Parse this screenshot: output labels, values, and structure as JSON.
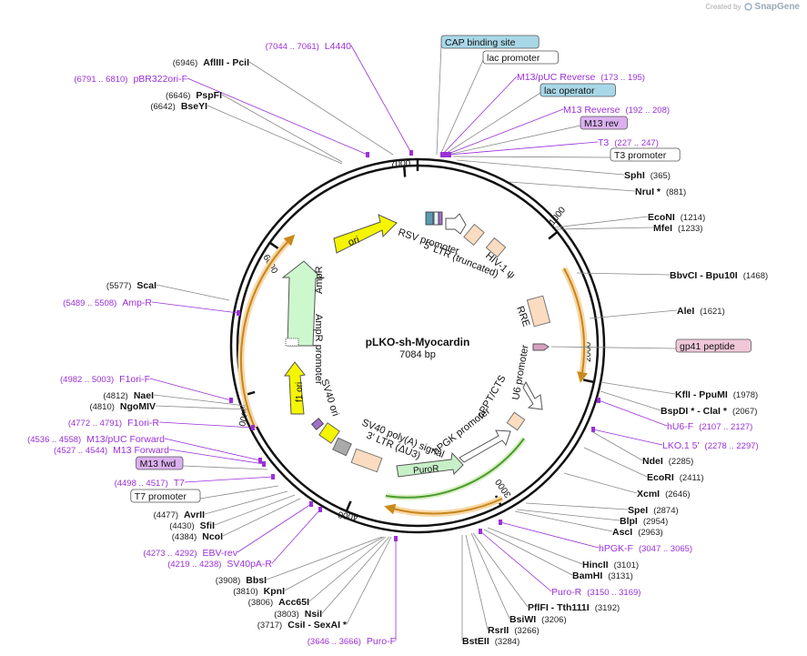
{
  "credit": {
    "prefix": "Created by",
    "brand": "SnapGene"
  },
  "plasmid": {
    "name": "pLKO-sh-Myocardin",
    "length": "7084 bp"
  },
  "scale_ticks": [
    "1000",
    "2000",
    "3000",
    "4000",
    "5000",
    "6000",
    "7000"
  ],
  "colors": {
    "backbone": "#111111",
    "site": "#222222",
    "primer": "#9b30d9",
    "feature_fill": "#d6ecf8",
    "arrow_orange": "#f3a93a",
    "arrow_green": "#6cb54a",
    "ori_yellow": "#f5f500",
    "ampr_green": "#cdf7cd",
    "promoter_white": "#ffffff",
    "ltr_peach": "#fbdcc0",
    "puro_green": "#c8f0c8",
    "gp41_pink": "#f0c8d8"
  },
  "features": [
    {
      "name": "RSV promoter",
      "type": "promoter"
    },
    {
      "name": "5' LTR (truncated)",
      "type": "ltr"
    },
    {
      "name": "HIV-1 ψ",
      "type": "misc"
    },
    {
      "name": "RRE",
      "type": "misc"
    },
    {
      "name": "U6 promoter",
      "type": "promoter"
    },
    {
      "name": "cPPT/CTS",
      "type": "misc"
    },
    {
      "name": "hPGK promoter",
      "type": "promoter"
    },
    {
      "name": "PuroR",
      "type": "cds"
    },
    {
      "name": "3' LTR (ΔU3)",
      "type": "ltr"
    },
    {
      "name": "SV40 poly(A) signal",
      "type": "terminator"
    },
    {
      "name": "SV40 ori",
      "type": "rep"
    },
    {
      "name": "f1 ori",
      "type": "rep"
    },
    {
      "name": "AmpR promoter",
      "type": "promoter"
    },
    {
      "name": "AmpR",
      "type": "cds"
    },
    {
      "name": "ori",
      "type": "rep"
    }
  ],
  "labels": [
    {
      "id": "l4440",
      "kind": "primer",
      "coord": "(7044 .. 7061)",
      "name": "L4440"
    },
    {
      "id": "afliii",
      "kind": "site",
      "coord": "(6946)",
      "name": "AflIII  - PciI"
    },
    {
      "id": "pbr322",
      "kind": "primer",
      "coord": "(6791 .. 6810)",
      "name": "pBR322ori-F"
    },
    {
      "id": "pspfi",
      "kind": "site",
      "coord": "(6646)",
      "name": "PspFI"
    },
    {
      "id": "bseyi",
      "kind": "site",
      "coord": "(6642)",
      "name": "BseYI"
    },
    {
      "id": "cap",
      "kind": "boxblue",
      "name": "CAP binding site"
    },
    {
      "id": "lacprom",
      "kind": "boxwhite",
      "name": "lac promoter"
    },
    {
      "id": "m13puc_rev",
      "kind": "primer",
      "name": "M13/pUC Reverse",
      "coord": "(173 .. 195)"
    },
    {
      "id": "lacop",
      "kind": "boxblue",
      "name": "lac operator"
    },
    {
      "id": "m13_reverse",
      "kind": "primer",
      "name": "M13 Reverse",
      "coord": "(192 .. 208)"
    },
    {
      "id": "m13rev",
      "kind": "boxpurple",
      "name": "M13 rev"
    },
    {
      "id": "t3",
      "kind": "primer",
      "name": "T3",
      "coord": "(227 .. 247)"
    },
    {
      "id": "t3prom",
      "kind": "boxwhite",
      "name": "T3 promoter"
    },
    {
      "id": "sphi",
      "kind": "site",
      "name": "SphI",
      "coord": "(365)"
    },
    {
      "id": "nrui",
      "kind": "site",
      "name": "NruI *",
      "coord": "(881)"
    },
    {
      "id": "econi",
      "kind": "site",
      "name": "EcoNI",
      "coord": "(1214)"
    },
    {
      "id": "mfei",
      "kind": "site",
      "name": "MfeI",
      "coord": "(1233)"
    },
    {
      "id": "bbvci",
      "kind": "site",
      "name": "BbvCI  - Bpu10I",
      "coord": "(1468)"
    },
    {
      "id": "alei",
      "kind": "site",
      "name": "AleI",
      "coord": "(1621)"
    },
    {
      "id": "gp41",
      "kind": "boxpink",
      "name": "gp41 peptide"
    },
    {
      "id": "kfli",
      "kind": "site",
      "name": "KflI  - PpuMI",
      "coord": "(1978)"
    },
    {
      "id": "bspdi",
      "kind": "site",
      "name": "BspDI *  - ClaI *",
      "coord": "(2067)"
    },
    {
      "id": "hu6f",
      "kind": "primer",
      "name": "hU6-F",
      "coord": "(2107 .. 2127)"
    },
    {
      "id": "lko15",
      "kind": "primer",
      "name": "LKO.1 5'",
      "coord": "(2278 .. 2297)"
    },
    {
      "id": "ndei",
      "kind": "site",
      "name": "NdeI",
      "coord": "(2285)"
    },
    {
      "id": "ecori",
      "kind": "site",
      "name": "EcoRI",
      "coord": "(2411)"
    },
    {
      "id": "xcmi",
      "kind": "site",
      "name": "XcmI",
      "coord": "(2646)"
    },
    {
      "id": "spei",
      "kind": "site",
      "name": "SpeI",
      "coord": "(2874)"
    },
    {
      "id": "blpi",
      "kind": "site",
      "name": "BlpI",
      "coord": "(2954)"
    },
    {
      "id": "asci",
      "kind": "site",
      "name": "AscI",
      "coord": "(2963)"
    },
    {
      "id": "hpgkf",
      "kind": "primer",
      "name": "hPGK-F",
      "coord": "(3047 .. 3065)"
    },
    {
      "id": "hincii",
      "kind": "site",
      "name": "HincII",
      "coord": "(3101)"
    },
    {
      "id": "bamhi",
      "kind": "site",
      "name": "BamHI",
      "coord": "(3131)"
    },
    {
      "id": "puror",
      "kind": "primer",
      "name": "Puro-R",
      "coord": "(3150 .. 3169)"
    },
    {
      "id": "pflfi",
      "kind": "site",
      "name": "PflFI  - Tth111I",
      "coord": "(3192)"
    },
    {
      "id": "bsiwi",
      "kind": "site",
      "name": "BsiWI",
      "coord": "(3206)"
    },
    {
      "id": "rsrii",
      "kind": "site",
      "name": "RsrII",
      "coord": "(3266)"
    },
    {
      "id": "bsteii",
      "kind": "site",
      "name": "BstEII",
      "coord": "(3284)"
    },
    {
      "id": "purof",
      "kind": "primer",
      "coord": "(3646 .. 3666)",
      "name": "Puro-F"
    },
    {
      "id": "csii",
      "kind": "site",
      "coord": "(3717)",
      "name": "CsiI  - SexAI *"
    },
    {
      "id": "nsii",
      "kind": "site",
      "coord": "(3803)",
      "name": "NsiI"
    },
    {
      "id": "acc65i",
      "kind": "site",
      "coord": "(3806)",
      "name": "Acc65I"
    },
    {
      "id": "kpni",
      "kind": "site",
      "coord": "(3810)",
      "name": "KpnI"
    },
    {
      "id": "bbsi",
      "kind": "site",
      "coord": "(3908)",
      "name": "BbsI"
    },
    {
      "id": "sv40par",
      "kind": "primer",
      "coord": "(4219 .. 4238)",
      "name": "SV40pA-R"
    },
    {
      "id": "ebvrev",
      "kind": "primer",
      "coord": "(4273 .. 4292)",
      "name": "EBV-rev"
    },
    {
      "id": "ncoi",
      "kind": "site",
      "coord": "(4384)",
      "name": "NcoI"
    },
    {
      "id": "sfii",
      "kind": "site",
      "coord": "(4430)",
      "name": "SfiI"
    },
    {
      "id": "avrii",
      "kind": "site",
      "coord": "(4477)",
      "name": "AvrII"
    },
    {
      "id": "t7prom",
      "kind": "boxwhite",
      "name": "T7 promoter"
    },
    {
      "id": "t7",
      "kind": "primer",
      "coord": "(4498 .. 4517)",
      "name": "T7"
    },
    {
      "id": "m13fwd",
      "kind": "boxpurple",
      "name": "M13 fwd"
    },
    {
      "id": "m13forward",
      "kind": "primer",
      "coord": "(4527 .. 4544)",
      "name": "M13 Forward"
    },
    {
      "id": "m13pucfwd",
      "kind": "primer",
      "coord": "(4536 .. 4558)",
      "name": "M13/pUC Forward"
    },
    {
      "id": "f1orir",
      "kind": "primer",
      "coord": "(4772 .. 4791)",
      "name": "F1ori-R"
    },
    {
      "id": "ngomiv",
      "kind": "site",
      "coord": "(4810)",
      "name": "NgoMIV"
    },
    {
      "id": "naei",
      "kind": "site",
      "coord": "(4812)",
      "name": "NaeI"
    },
    {
      "id": "f1orif",
      "kind": "primer",
      "coord": "(4982 .. 5003)",
      "name": "F1ori-F"
    },
    {
      "id": "ampr_p",
      "kind": "primer",
      "coord": "(5489 .. 5508)",
      "name": "Amp-R"
    },
    {
      "id": "scai",
      "kind": "site",
      "coord": "(5577)",
      "name": "ScaI"
    }
  ]
}
